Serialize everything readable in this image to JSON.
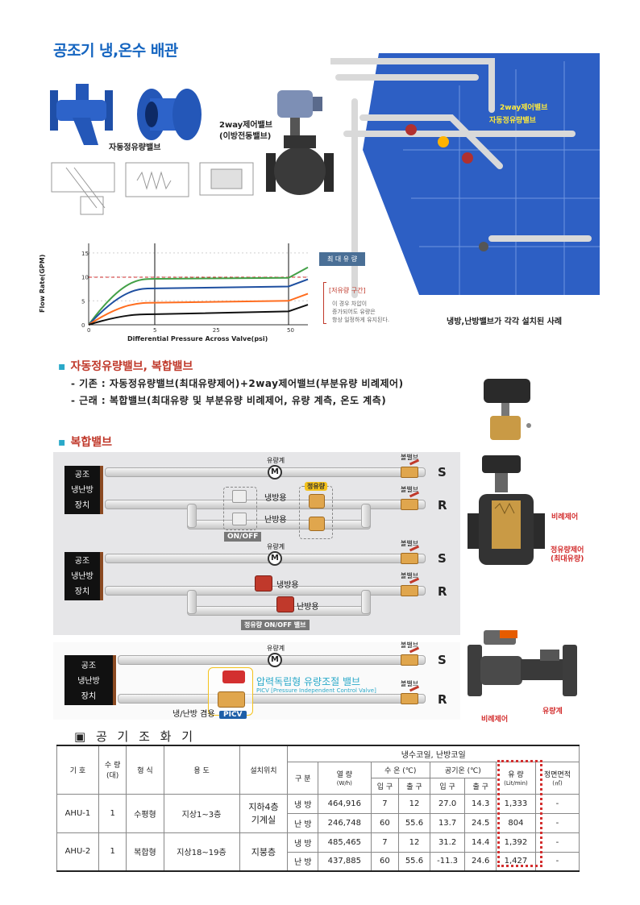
{
  "title": "공조기 냉,온수 배관",
  "photos": {
    "auto_flow_valve_label": "자동정유량밸브",
    "two_way_valve_label_1": "2way제어밸브",
    "two_way_valve_label_2": "(이방전동밸브)"
  },
  "render": {
    "ann_2way": "2way제어밸브",
    "ann_auto": "자동정유량밸브",
    "caption": "냉방,난방밸브가 각각 설치된 사례"
  },
  "chart_data": {
    "type": "line",
    "xlabel": "Differential Pressure Across Valve(psi)",
    "ylabel": "Flow Rate(GPM)",
    "xticks": [
      "0",
      "5",
      "25",
      "50"
    ],
    "yticks": [
      "0",
      "5",
      "10",
      "15"
    ],
    "ylim": [
      0,
      17
    ],
    "callout_max": "최 대 유 량",
    "callout_range_title": "[저유량 구간]",
    "callout_range_text_1": "이 경우 차압이",
    "callout_range_text_2": "증가되어도 유량은",
    "callout_range_text_3": "항상 일정하게 유지된다.",
    "series": [
      {
        "color": "#43a047",
        "values": [
          [
            0,
            0
          ],
          [
            5,
            9.6
          ],
          [
            50,
            9.8
          ],
          [
            55,
            12
          ]
        ]
      },
      {
        "color": "#1e4fa0",
        "values": [
          [
            0,
            0
          ],
          [
            5,
            7.6
          ],
          [
            50,
            8
          ],
          [
            55,
            9.5
          ]
        ]
      },
      {
        "color": "#ff6d1f",
        "values": [
          [
            0,
            0
          ],
          [
            5,
            4.6
          ],
          [
            50,
            5
          ],
          [
            55,
            6.5
          ]
        ]
      },
      {
        "color": "#111111",
        "values": [
          [
            0,
            0
          ],
          [
            5,
            2.2
          ],
          [
            50,
            2.8
          ],
          [
            55,
            4.2
          ]
        ]
      }
    ]
  },
  "section1": {
    "heading": "자동정유량밸브, 복합밸브",
    "line1": "- 기존 : 자동정유량밸브(최대유량제어)+2way제어밸브(부분유량 비례제어)",
    "line2": "- 근래 : 복합밸브(최대유량 및 부분유량 비례제어, 유량 계측, 온도 계측)"
  },
  "section2": {
    "heading": "복합밸브",
    "unit_lines": [
      "공조",
      "냉난방",
      "장치"
    ],
    "meter_label": "유량계",
    "ball_label": "볼밸브",
    "supply": "S",
    "return": "R",
    "cooling": "냉방용",
    "heating": "난방용",
    "onoff": "ON/OFF",
    "flow_valve": "정유량",
    "flow_onoff": "정유량 ON/OFF 밸브",
    "picv_title": "압력독립형 유량조절 밸브",
    "picv_sub": "PICV [Pressure Independent Control Valve]",
    "picv_tag": "PICV",
    "both": "냉/난방 겸용",
    "side_prop": "비례제어",
    "side_flow_1": "정유량제어",
    "side_flow_2": "(최대유량)",
    "side_meter": "유량계"
  },
  "table": {
    "heading": "공 기 조 화 기",
    "h_code": "기 호",
    "h_qty_1": "수 량",
    "h_qty_2": "(대)",
    "h_type": "형 식",
    "h_use": "용 도",
    "h_loc": "설치위치",
    "h_coil": "냉수코일, 난방코일",
    "h_div": "구 분",
    "h_heat_1": "열 량",
    "h_heat_2": "(W/h)",
    "h_water": "수 온 (℃)",
    "h_air": "공기온 (℃)",
    "h_in": "입 구",
    "h_out": "출 구",
    "h_flow_1": "유 량",
    "h_flow_2": "(Lit/min)",
    "h_area_1": "정면면적",
    "h_area_2": "(㎡)",
    "rows": [
      {
        "code": "AHU-1",
        "qty": "1",
        "type": "수평형",
        "use": "지상1~3층",
        "loc_1": "지하4층",
        "loc_2": "기계실",
        "sub": [
          {
            "div": "냉 방",
            "heat": "464,916",
            "w_in": "7",
            "w_out": "12",
            "a_in": "27.0",
            "a_out": "14.3",
            "flow": "1,333",
            "area": "-"
          },
          {
            "div": "난 방",
            "heat": "246,748",
            "w_in": "60",
            "w_out": "55.6",
            "a_in": "13.7",
            "a_out": "24.5",
            "flow": "804",
            "area": "-"
          }
        ]
      },
      {
        "code": "AHU-2",
        "qty": "1",
        "type": "복합형",
        "use": "지상18~19층",
        "loc_1": "지붕층",
        "loc_2": "",
        "sub": [
          {
            "div": "냉 방",
            "heat": "485,465",
            "w_in": "7",
            "w_out": "12",
            "a_in": "31.2",
            "a_out": "14.4",
            "flow": "1,392",
            "area": "-"
          },
          {
            "div": "난 방",
            "heat": "437,885",
            "w_in": "60",
            "w_out": "55.6",
            "a_in": "-11.3",
            "a_out": "24.6",
            "flow": "1,427",
            "area": "-"
          }
        ]
      }
    ]
  }
}
